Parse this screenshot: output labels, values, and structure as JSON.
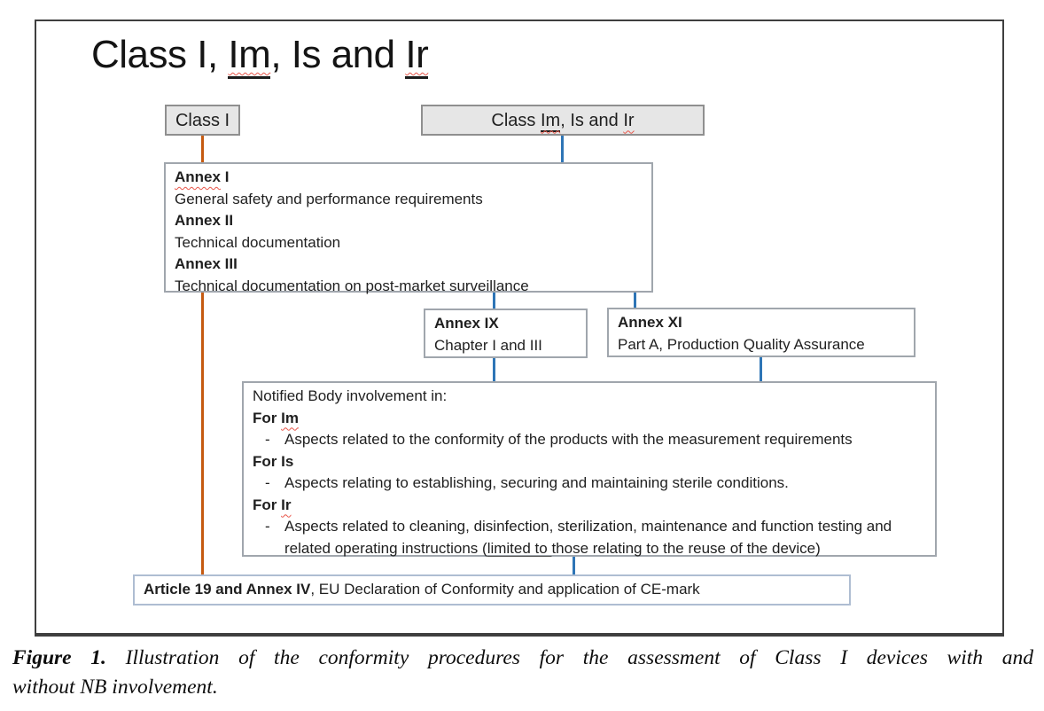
{
  "diagram": {
    "title": {
      "pre": "Class I, ",
      "im": "Im",
      "mid": ", Is and ",
      "ir": "Ir"
    },
    "class1_box": {
      "label": "Class I"
    },
    "class_imisir_box": {
      "pre": "Class ",
      "im": "Im",
      "mid": ", Is and ",
      "ir": "Ir"
    },
    "annex_box": {
      "item1_title_word": "Annex",
      "item1_title_num": " I",
      "item1_desc": "General safety and performance requirements",
      "item2_title": "Annex II",
      "item2_desc": "Technical documentation",
      "item3_title": "Annex III",
      "item3_desc": "Technical documentation on post-market surveillance"
    },
    "annex9_box": {
      "title": "Annex IX",
      "desc": "Chapter I and III"
    },
    "annex11_box": {
      "title": "Annex XI",
      "desc": "Part A, Production Quality Assurance"
    },
    "nb_box": {
      "heading": "Notified Body involvement in:",
      "bullet_char": "-",
      "for_im_pre": "For ",
      "for_im": "Im",
      "im_bullet": "Aspects related to the conformity of the products with the measurement requirements",
      "for_is": "For Is",
      "is_bullet": "Aspects relating to establishing, securing and maintaining sterile conditions.",
      "for_ir_pre": "For ",
      "for_ir": "Ir",
      "ir_bullet_pre": "Aspects related to cleaning, disinfection, sterilization, maintenance and function testing and related operating instructions (",
      "ir_bullet_underlined": "limited to ",
      "ir_bullet_post": "those relating to the reuse of the device)"
    },
    "article19_box": {
      "bold": "Article 19 and Annex IV",
      "rest": ", EU Declaration of Conformity and application of CE-mark"
    },
    "colors": {
      "class1_line": "#C55A11",
      "imisir_lines": "#2E75B6",
      "header_box_fill": "#e6e6e6",
      "spellcheck_squiggle": "#e8564a"
    }
  },
  "caption": {
    "line1_bold": "Figure 1.",
    "line1_rest": " Illustration of the conformity procedures for the assessment of Class I devices with and",
    "line2": "without NB involvement."
  }
}
